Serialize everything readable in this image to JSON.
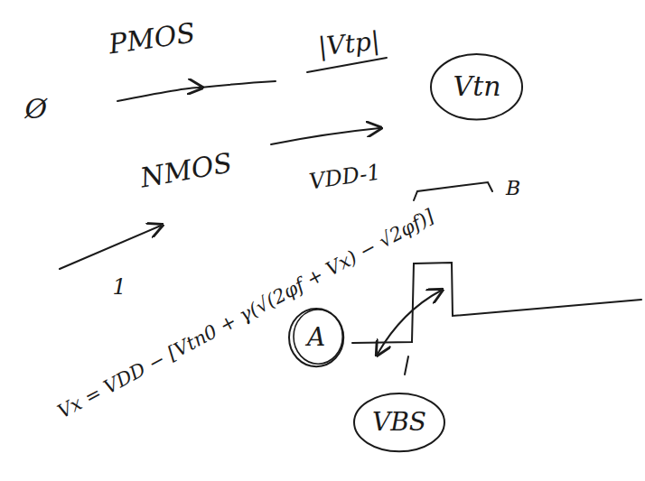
{
  "diagram": {
    "nodes": [
      {
        "text": [
          "Vtn"
        ]
      },
      {
        "text": [
          "A"
        ]
      },
      {
        "text": [
          "VBS"
        ]
      }
    ],
    "labels": [
      "PMOS",
      "|Vtp|",
      "Ø",
      "NMOS",
      "1",
      "VDD-1",
      "Vx = VDD − [Vtn0 + γ(√(2φf + Vx) − √2φf)]",
      "B"
    ]
  }
}
